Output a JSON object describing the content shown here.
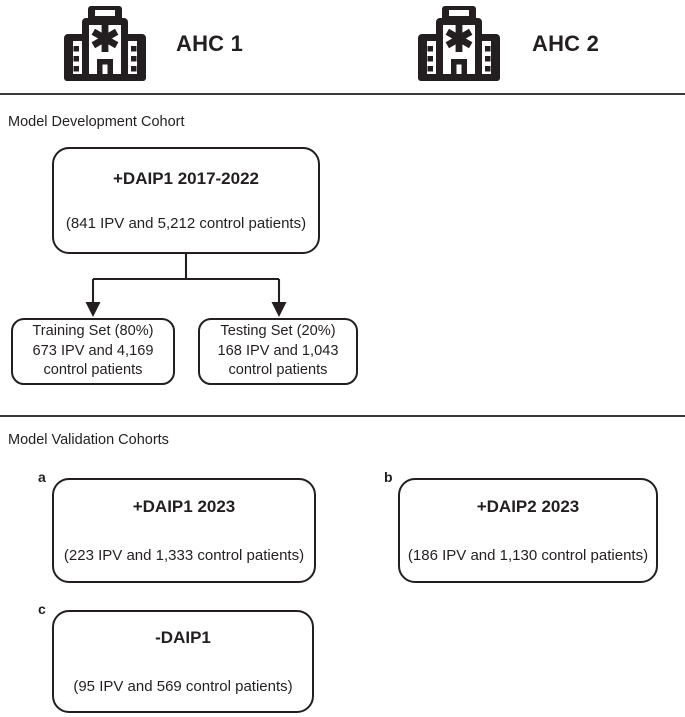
{
  "header": {
    "sites": [
      {
        "icon": "hospital-icon",
        "label": "AHC 1"
      },
      {
        "icon": "hospital-icon",
        "label": "AHC 2"
      }
    ]
  },
  "sections": {
    "development": {
      "caption": "Model Development Cohort",
      "main_box": {
        "title": "+DAIP1 2017-2022",
        "subtitle": "(841 IPV and 5,212 control patients)"
      },
      "split_boxes": [
        {
          "line1": "Training Set (80%)",
          "line2": "673 IPV and 4,169",
          "line3": "control patients"
        },
        {
          "line1": "Testing Set (20%)",
          "line2": "168 IPV and 1,043",
          "line3": "control patients"
        }
      ]
    },
    "validation": {
      "caption": "Model Validation Cohorts",
      "boxes": [
        {
          "letter": "a",
          "title": "+DAIP1 2023",
          "subtitle": "(223 IPV and 1,333 control patients)"
        },
        {
          "letter": "b",
          "title": "+DAIP2 2023",
          "subtitle": "(186 IPV and 1,130 control patients)"
        },
        {
          "letter": "c",
          "title": "-DAIP1",
          "subtitle": "(95 IPV and 569 control patients)"
        }
      ]
    }
  },
  "colors": {
    "stroke": "#231f20",
    "divider": "#3a3a3a",
    "background": "#ffffff"
  }
}
